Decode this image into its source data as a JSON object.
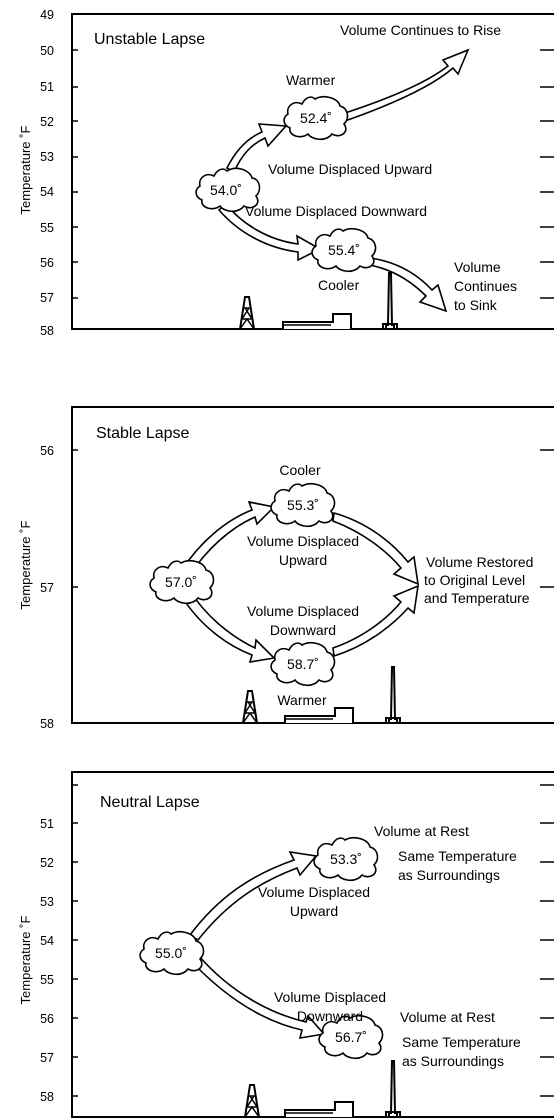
{
  "axis_title": "Temperature ˚F",
  "panels": {
    "unstable": {
      "title": "Unstable Lapse",
      "ticks": [
        "49",
        "50",
        "51",
        "52",
        "53",
        "54",
        "55",
        "56",
        "57",
        "58"
      ],
      "clouds": {
        "start": "54.0˚",
        "upper": "52.4˚",
        "lower": "55.4˚"
      },
      "labels": {
        "warmer": "Warmer",
        "rise": "Volume Continues to Rise",
        "displaced_up": "Volume Displaced Upward",
        "displaced_down": "Volume Displaced Downward",
        "cooler": "Cooler",
        "sink": [
          "Volume",
          "Continues",
          "to Sink"
        ]
      }
    },
    "stable": {
      "title": "Stable Lapse",
      "ticks": [
        "56",
        "57",
        "58"
      ],
      "clouds": {
        "start": "57.0˚",
        "upper": "55.3˚",
        "lower": "58.7˚"
      },
      "labels": {
        "cooler": "Cooler",
        "displaced_up": [
          "Volume Displaced",
          "Upward"
        ],
        "restored": [
          "Volume Restored",
          "to Original Level",
          "and Temperature"
        ],
        "displaced_down": [
          "Volume Displaced",
          "Downward"
        ],
        "warmer": "Warmer"
      }
    },
    "neutral": {
      "title": "Neutral Lapse",
      "ticks": [
        "51",
        "52",
        "53",
        "54",
        "55",
        "56",
        "57",
        "58"
      ],
      "clouds": {
        "start": "55.0˚",
        "upper": "53.3˚",
        "lower": "56.7˚"
      },
      "labels": {
        "rest_upper": "Volume at Rest",
        "same_upper": [
          "Same Temperature",
          "as Surroundings"
        ],
        "displaced_up": [
          "Volume Displaced",
          "Upward"
        ],
        "displaced_down": [
          "Volume Displaced",
          "Downward"
        ],
        "rest_lower": "Volume at Rest",
        "same_lower": [
          "Same Temperature",
          "as Surroundings"
        ]
      }
    }
  }
}
